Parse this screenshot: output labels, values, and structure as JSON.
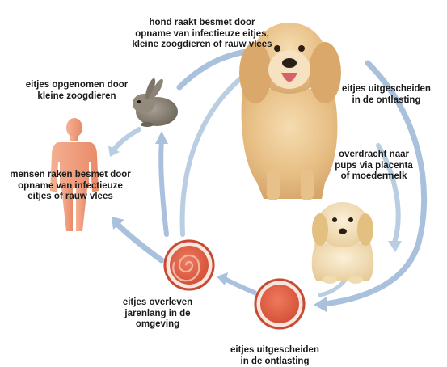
{
  "diagram": {
    "labels": {
      "dog_infected": "hond raakt besmet door\nopname van infectieuze eitjes,\nkleine zoogdieren of rauw vlees",
      "rabbit_eggs": "eitjes opgenomen door\nkleine zoogdieren",
      "eggs_in_faeces_dog": "eitjes uitgescheiden\nin de ontlasting",
      "transfer_to_puppies": "overdracht naar\npups via placenta\nof moedermelk",
      "humans_infected": "mensen raken besmet door\nopname van infectieuze\neitjes of rauw vlees",
      "eggs_survive": "eitjes overleven\njarenlang in de\nomgeving",
      "eggs_in_faeces_puppy": "eitjes uitgescheiden\nin de ontlasting"
    },
    "nodes": [
      {
        "name": "adult-dog",
        "icon": "dog-icon"
      },
      {
        "name": "puppy",
        "icon": "puppy-icon"
      },
      {
        "name": "rabbit",
        "icon": "rabbit-icon"
      },
      {
        "name": "human",
        "icon": "human-silhouette-icon"
      },
      {
        "name": "fresh-egg",
        "icon": "egg-icon"
      },
      {
        "name": "embryonated-egg",
        "icon": "larva-egg-icon"
      }
    ],
    "colors": {
      "arrow": "#a9c1dd",
      "arrow_dark": "#8eabcf",
      "egg_fill": "#e2654a",
      "egg_ring": "#c94a34",
      "human": "#f2a382",
      "dog": "#e9c48e",
      "puppy": "#f2dcb0",
      "rabbit": "#8c8378"
    }
  }
}
